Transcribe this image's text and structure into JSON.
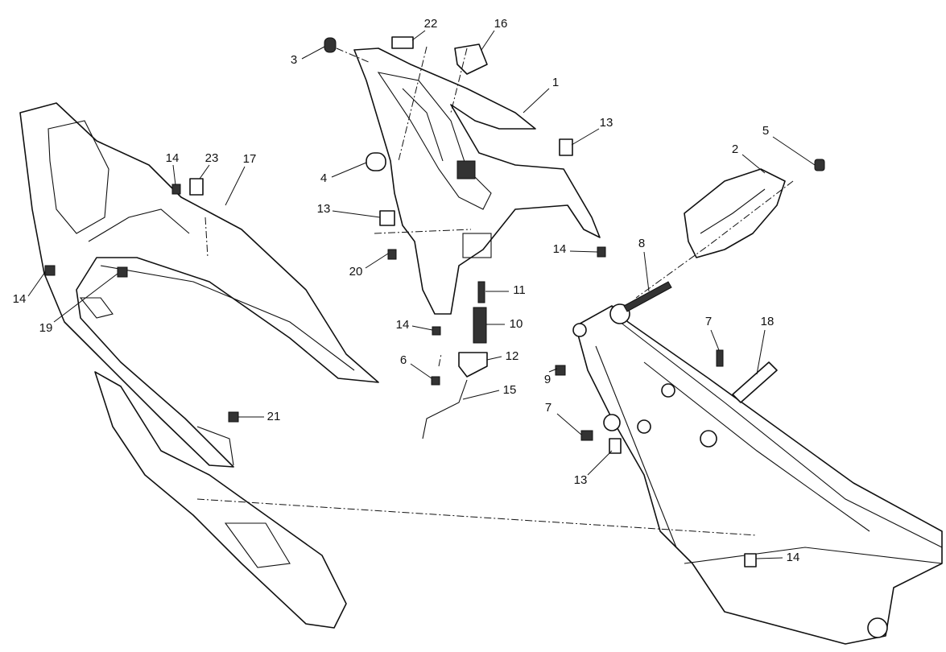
{
  "diagram": {
    "type": "exploded-parts-diagram",
    "callouts": [
      "22",
      "16",
      "3",
      "1",
      "13",
      "5",
      "2",
      "14",
      "23",
      "17",
      "4",
      "13",
      "14",
      "8",
      "20",
      "11",
      "14",
      "19",
      "10",
      "14",
      "7",
      "18",
      "6",
      "12",
      "9",
      "15",
      "21",
      "7",
      "13",
      "14"
    ]
  }
}
